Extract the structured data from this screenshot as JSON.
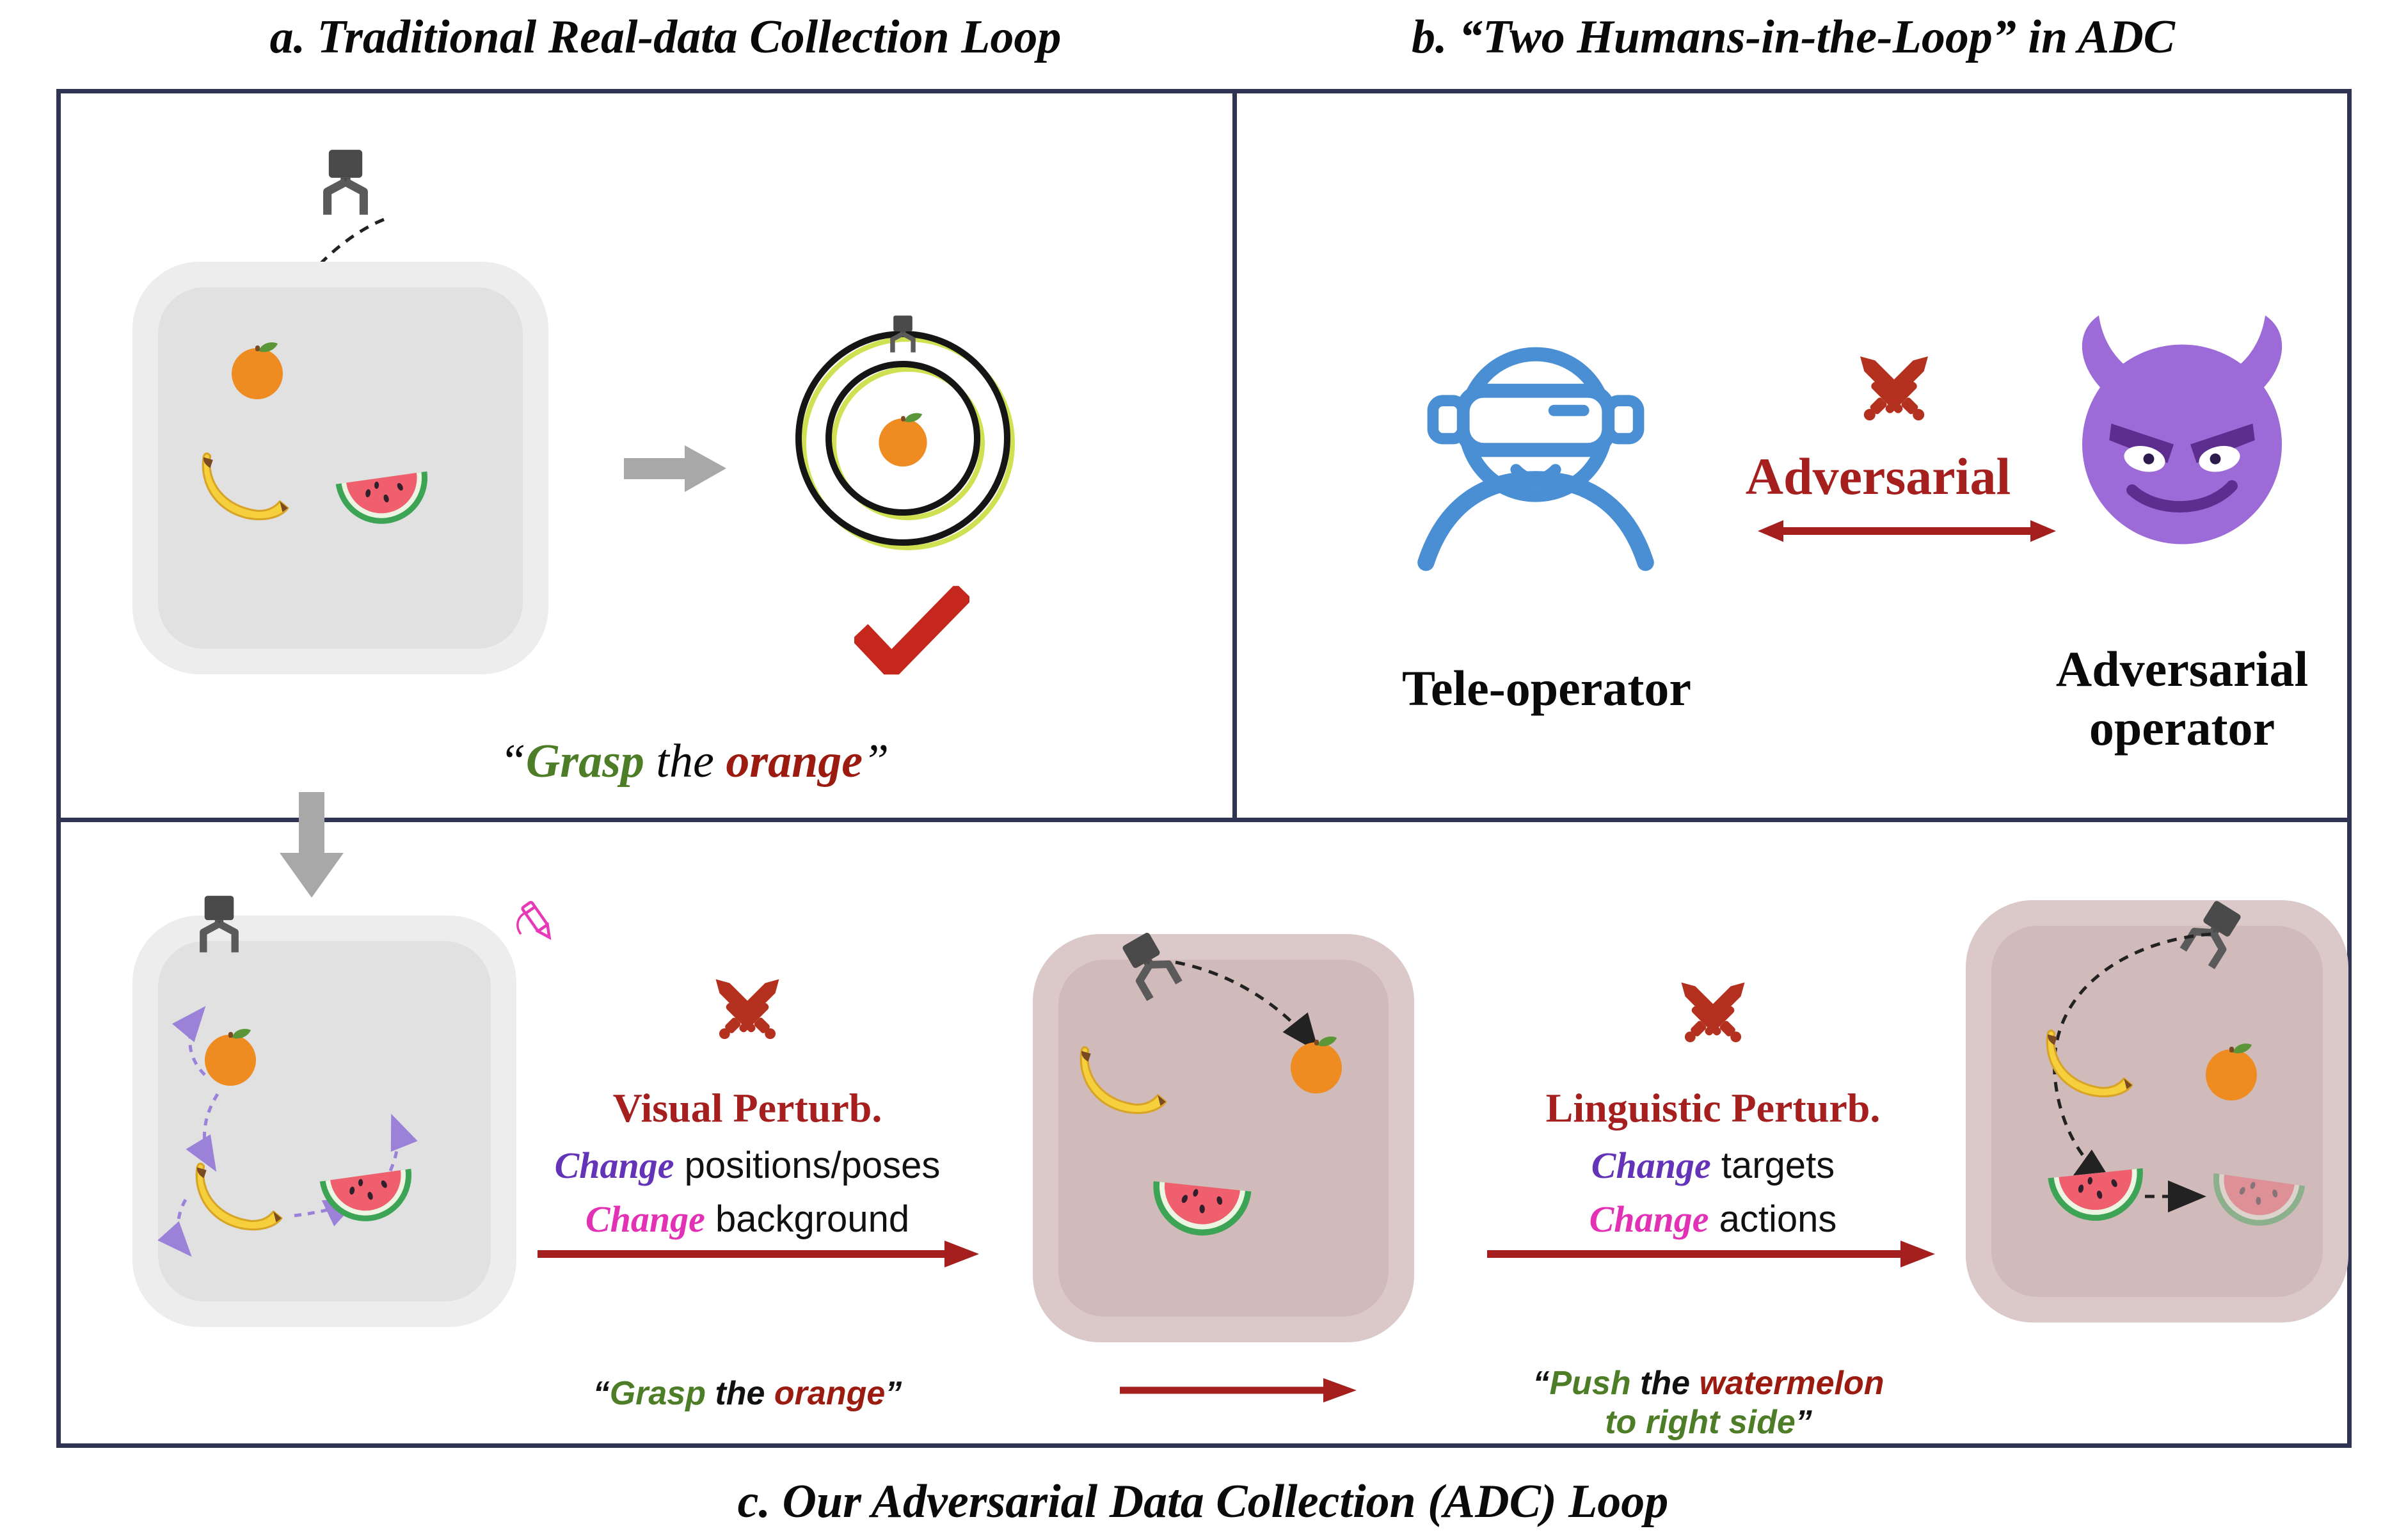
{
  "titles": {
    "a": "a. Traditional Real-data Collection Loop",
    "b": "b. “Two Humans-in-the-Loop” in ADC",
    "c": "c. Our Adversarial Data Collection (ADC) Loop"
  },
  "panel_a": {
    "instruction": {
      "open": "“",
      "verb": "Grasp",
      "mid": " the ",
      "object": "orange",
      "close": "”"
    }
  },
  "panel_b": {
    "adversarial_label": "Adversarial",
    "teleoperator_label": "Tele-operator",
    "adversarial_operator_line1": "Adversarial",
    "adversarial_operator_line2": "operator"
  },
  "panel_c": {
    "visual": {
      "title": "Visual Perturb.",
      "line1_keyword": "Change",
      "line1_rest": " positions/poses",
      "line2_keyword": "Change",
      "line2_rest": " background"
    },
    "linguistic": {
      "title": "Linguistic Perturb.",
      "line1_keyword": "Change",
      "line1_rest": " targets",
      "line2_keyword": "Change",
      "line2_rest": " actions"
    },
    "instruction_mid": {
      "open": "“",
      "verb": "Grasp",
      "mid": " the ",
      "object": "orange",
      "close": "”"
    },
    "instruction_right": {
      "open": "“",
      "verb": "Push",
      "mid": " the ",
      "object": "watermelon",
      "line2": "to right side",
      "close": "”"
    }
  },
  "colors": {
    "frame_navy": "#2e3452",
    "dark_red": "#a51f1f",
    "instruction_green": "#4e7d28",
    "instruction_red": "#9c1b10",
    "change_purple": "#6333b8",
    "change_magenta": "#e231b5",
    "arrow_gray": "#a8a8a8",
    "teleoperator_blue": "#4a8fd4",
    "devil_purple": "#9c6bd8",
    "target_ring_black": "#151515",
    "target_ring_chartreuse": "#cfe152"
  }
}
